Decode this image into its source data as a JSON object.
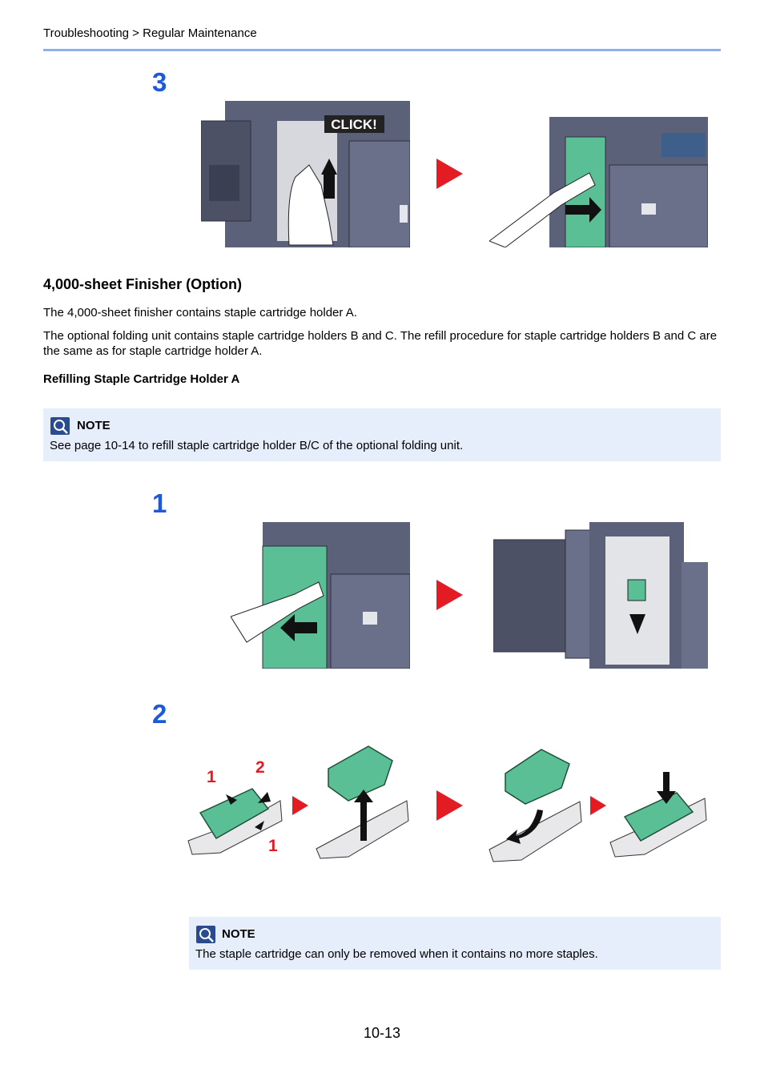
{
  "breadcrumb": "Troubleshooting > Regular Maintenance",
  "steps": {
    "step3": "3",
    "step1": "1",
    "step2": "2"
  },
  "click_label": "CLICK!",
  "section_title": "4,000-sheet Finisher (Option)",
  "paragraphs": [
    "The 4,000-sheet finisher contains staple cartridge holder A.",
    "The optional folding unit contains staple cartridge holders B and C. The refill procedure for staple cartridge holders B and C are the same as for staple cartridge holder A."
  ],
  "subheading": "Refilling Staple Cartridge Holder A",
  "note1": {
    "label": "NOTE",
    "text": "See page 10-14 to refill staple cartridge holder B/C of the optional folding unit."
  },
  "note2": {
    "label": "NOTE",
    "text": "The staple cartridge can only be removed when it contains no more staples."
  },
  "callouts": {
    "a": "1",
    "b": "2",
    "c": "1"
  },
  "page_number": "10-13",
  "colors": {
    "accent_blue": "#1e5ad6",
    "rule_blue": "#8fb0e6",
    "note_bg": "#e6edfb",
    "arrow_red": "#e31b23",
    "machine_gray": "#5b6178",
    "panel_green": "#5bbf95"
  }
}
